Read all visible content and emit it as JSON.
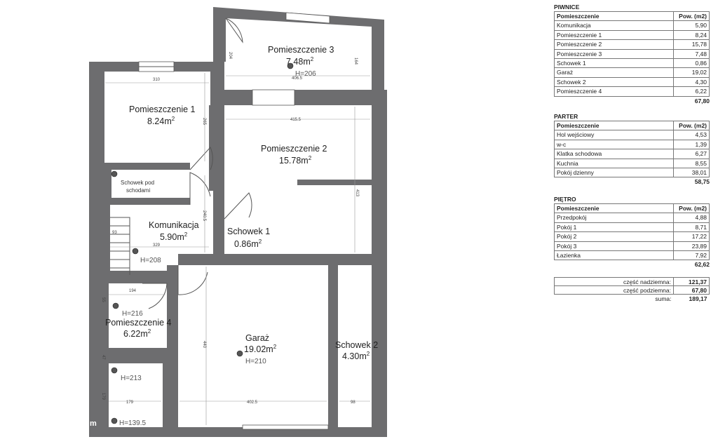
{
  "plan": {
    "rooms": [
      {
        "name": "Pomieszczenie 3",
        "area": "7.48m",
        "height": "H=206"
      },
      {
        "name": "Pomieszczenie 1",
        "area": "8.24m"
      },
      {
        "name": "Pomieszczenie 2",
        "area": "15.78m"
      },
      {
        "name": "Schowek pod",
        "name2": "schodami"
      },
      {
        "name": "Komunikacja",
        "area": "5.90m",
        "height": "H=208"
      },
      {
        "name": "Schowek 1",
        "area": "0.86m"
      },
      {
        "name": "Pomieszczenie 4",
        "area": "6.22m",
        "height": "H=216"
      },
      {
        "name": "Garaż",
        "area": "19.02m",
        "height": "H=210"
      },
      {
        "name": "Schowek 2",
        "area": "4.30m"
      }
    ],
    "sup": "2",
    "heights": [
      "H=213",
      "H=139.5"
    ],
    "dims": [
      "310",
      "406.5",
      "415.5",
      "413",
      "265",
      "240.5",
      "93",
      "329",
      "194",
      "55",
      "440",
      "47",
      "179",
      "179",
      "402.5",
      "98",
      "204",
      "164"
    ]
  },
  "tables": [
    {
      "title": "PIWNICE",
      "col1": "Pomieszczenie",
      "col2": "Pow. (m2)",
      "rows": [
        [
          "Komunikacja",
          "5,90"
        ],
        [
          "Pomieszczenie 1",
          "8,24"
        ],
        [
          "Pomieszczenie 2",
          "15,78"
        ],
        [
          "Pomieszczenie 3",
          "7,48"
        ],
        [
          "Schowek 1",
          "0,86"
        ],
        [
          "Garaż",
          "19,02"
        ],
        [
          "Schowek 2",
          "4,30"
        ],
        [
          "Pomieszczenie 4",
          "6,22"
        ]
      ],
      "total": "67,80"
    },
    {
      "title": "PARTER",
      "col1": "Pomieszczenie",
      "col2": "Pow. (m2)",
      "rows": [
        [
          "Hol wejściowy",
          "4,53"
        ],
        [
          "w-c",
          "1,39"
        ],
        [
          "Klatka schodowa",
          "6,27"
        ],
        [
          "Kuchnia",
          "8,55"
        ],
        [
          "Pokój dzienny",
          "38,01"
        ]
      ],
      "total": "58,75"
    },
    {
      "title": "PIĘTRO",
      "col1": "Pomieszczenie",
      "col2": "Pow. (m2)",
      "rows": [
        [
          "Przedpokój",
          "4,88"
        ],
        [
          "Pokój 1",
          "8,71"
        ],
        [
          "Pokój 2",
          "17,22"
        ],
        [
          "Pokój 3",
          "23,89"
        ],
        [
          "Łazienka",
          "7,92"
        ]
      ],
      "total": "62,62"
    }
  ],
  "summary": {
    "above_label": "część nadziemna:",
    "above": "121,37",
    "below_label": "część podziemna:",
    "below": "67,80",
    "sum_label": "suma:",
    "sum": "189,17"
  },
  "watermark": "m"
}
